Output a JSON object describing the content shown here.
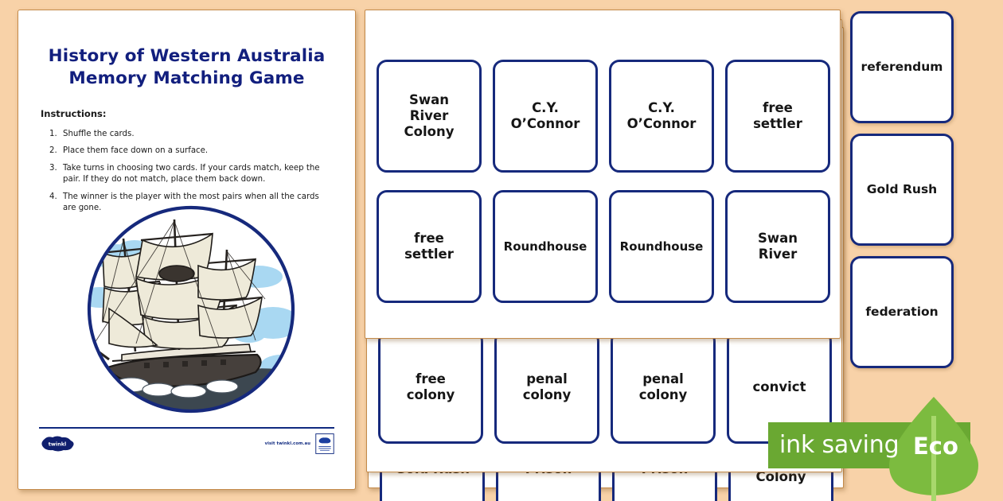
{
  "document": {
    "title_line1": "History of Western Australia",
    "title_line2": "Memory Matching Game",
    "instructions_heading": "Instructions:",
    "instructions": [
      "Shuffle the cards.",
      "Place them face down on a surface.",
      "Take turns in choosing two cards. If your cards match, keep the pair. If they do not match, place them back down.",
      "The winner is the player with the most pairs when all the cards are gone."
    ],
    "illustration": "tall-sailing-ship-illustration",
    "footer": {
      "logo": "twinkl-logo",
      "url": "visit twinkl.com.au",
      "badge": "twinkl-quality-badge"
    }
  },
  "card_sheets": {
    "front": {
      "rows": [
        [
          "Swan\nRiver\nColony",
          "C.Y.\nO’Connor",
          "C.Y.\nO’Connor",
          "free\nsettler"
        ],
        [
          "free\nsettler",
          "Roundhouse",
          "Roundhouse",
          "Swan\nRiver"
        ]
      ]
    },
    "behind_1": {
      "rows": [
        [
          "free\ncolony",
          "penal\ncolony",
          "penal\ncolony",
          "convict"
        ]
      ]
    },
    "behind_2": {
      "rows": [
        [
          "Gold Rush",
          "Prison",
          "Prison",
          "River\nColony"
        ]
      ]
    }
  },
  "right_column": {
    "cards": [
      "referendum",
      "Gold Rush",
      "federation"
    ]
  },
  "eco_badge": {
    "ink_saving_label": "ink saving",
    "eco_label": "Eco",
    "leaf_icon": "leaf-icon"
  },
  "colors": {
    "background": "#f8d2a8",
    "title_blue": "#121f7e",
    "card_border": "#16297c",
    "eco_green": "#6aa832",
    "leaf_green": "#7cbb3f"
  }
}
